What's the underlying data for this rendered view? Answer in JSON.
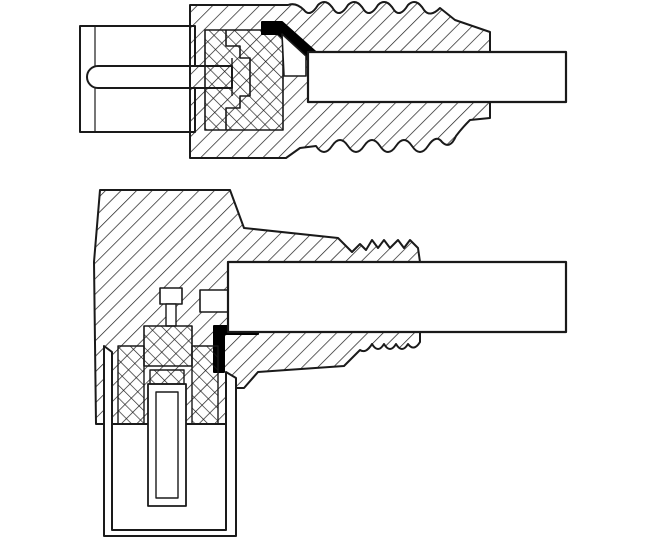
{
  "figure": {
    "kind": "technical-drawing",
    "style": "black line art with diagonal hatching",
    "views": [
      {
        "id": "straight-connector",
        "orientation": "horizontal",
        "parts": [
          "plug-body",
          "contact-pin",
          "cable",
          "boot"
        ]
      },
      {
        "id": "angled-connector",
        "orientation": "right-angle",
        "parts": [
          "angled-housing",
          "contact-pin",
          "cable",
          "boot",
          "socket-sleeve"
        ]
      }
    ]
  },
  "colors": {
    "line": "#1a1a1a",
    "fill": "#ffffff",
    "solid": "#000000"
  }
}
